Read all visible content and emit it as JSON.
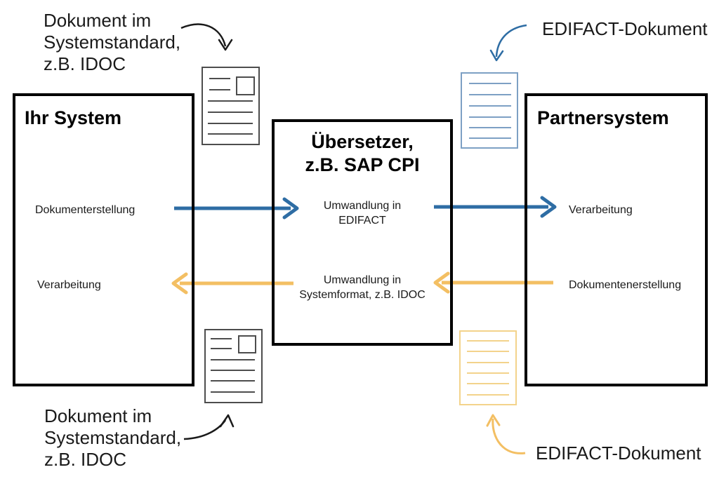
{
  "colors": {
    "blue": "#2e6da4",
    "yellow": "#f3bf63",
    "doc_blue": "#7da0c4",
    "doc_yellow": "#f3d38b",
    "doc_gray": "#4d4d4d",
    "text": "#1a1a1a"
  },
  "boxes": {
    "left": {
      "title": "Ihr System",
      "label_top": "Dokumenterstellung",
      "label_bottom": "Verarbeitung"
    },
    "middle": {
      "title": "Übersetzer,\nz.B. SAP CPI",
      "label_top": "Umwandlung in\nEDIFACT",
      "label_bottom": "Umwandlung in\nSystemformat, z.B. IDOC"
    },
    "right": {
      "title": "Partnersystem",
      "label_top": "Verarbeitung",
      "label_bottom": "Dokumentenerstellung"
    }
  },
  "annotations": {
    "top_left": "Dokument im\nSystemstandard,\nz.B. IDOC",
    "top_right": "EDIFACT-Dokument",
    "bottom_left": "Dokument im\nSystemstandard,\nz.B. IDOC",
    "bottom_right": "EDIFACT-Dokument"
  },
  "icons": {
    "idoc_document_top": "document-icon",
    "idoc_document_bottom": "document-icon",
    "edifact_document_top": "lined-document-icon",
    "edifact_document_bottom": "lined-document-icon"
  }
}
